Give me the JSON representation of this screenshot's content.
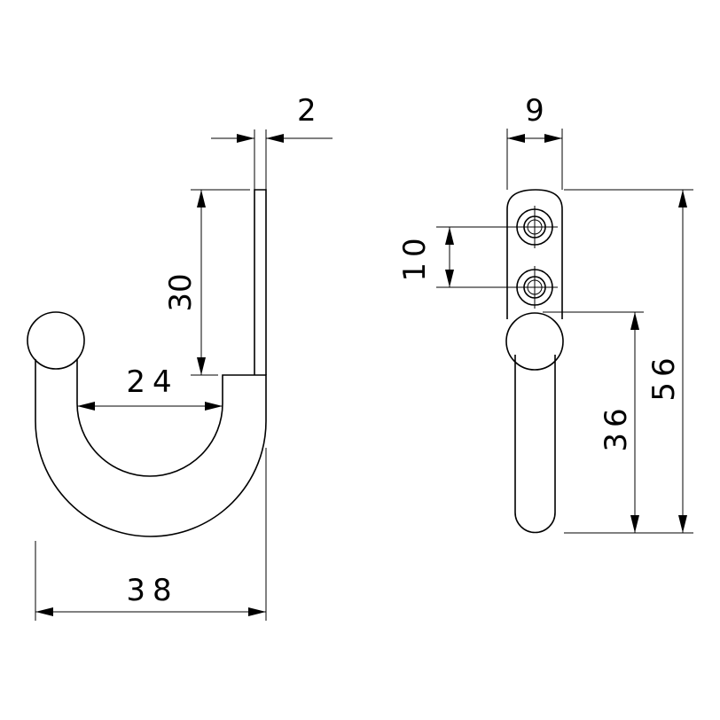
{
  "dimensions": {
    "plate_thickness": "2",
    "plate_height": "30",
    "inner_width": "24",
    "outer_width": "38",
    "side_width": "9",
    "hole_spacing": "10",
    "hook_drop": "36",
    "total_height": "56"
  }
}
